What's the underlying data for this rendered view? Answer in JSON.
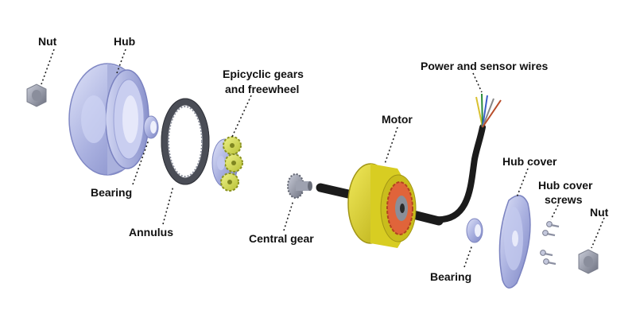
{
  "labels": {
    "nut_left": "Nut",
    "hub": "Hub",
    "epicyclic_1": "Epicyclic gears",
    "epicyclic_2": "and freewheel",
    "power_wires": "Power and sensor wires",
    "motor": "Motor",
    "bearing_left": "Bearing",
    "annulus": "Annulus",
    "central_gear": "Central gear",
    "hub_cover": "Hub cover",
    "hub_cover_screws_1": "Hub cover",
    "hub_cover_screws_2": "screws",
    "nut_right": "Nut",
    "bearing_right": "Bearing"
  },
  "colors": {
    "aluminum": "#b9bfe6",
    "aluminum_dark": "#7e86c2",
    "steel_dark": "#555a66",
    "gear_yellow": "#d8e05a",
    "motor_yellow": "#e2d72c",
    "coil_orange": "#e0643a",
    "cable_black": "#1b1b1b"
  }
}
